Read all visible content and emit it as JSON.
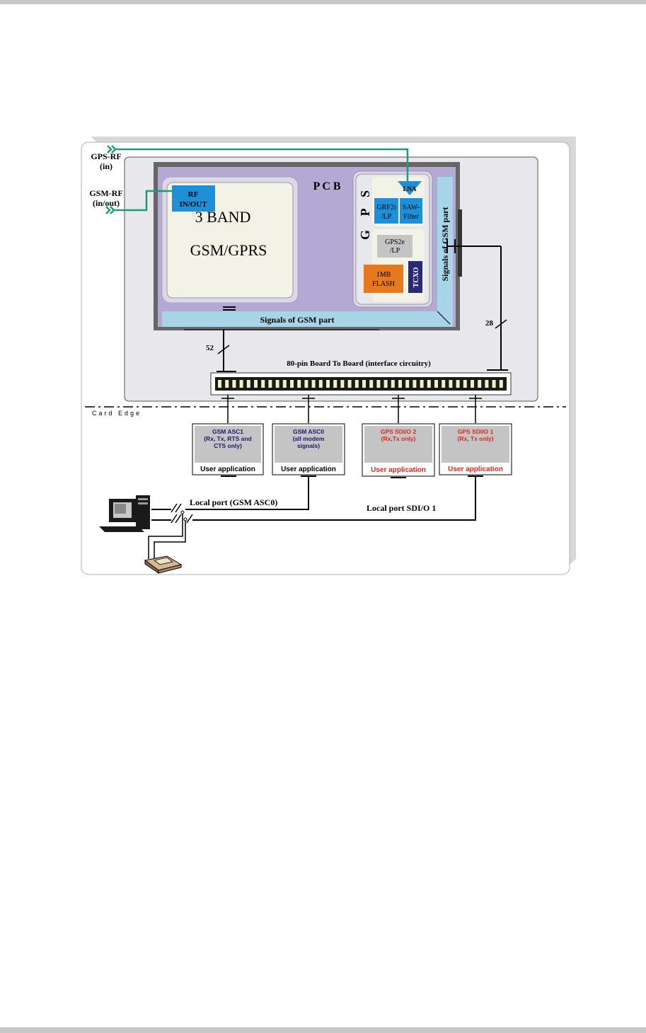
{
  "labels": {
    "gps_rf": [
      "GPS-RF",
      "(in)"
    ],
    "gsm_rf": [
      "GSM-RF",
      "(in/out)"
    ],
    "rf_inout": [
      "RF",
      "IN/OUT"
    ],
    "band": "3 BAND",
    "gsm_gprs": "GSM/GPRS",
    "pcb": "P  C  B",
    "gps_letters": [
      "S",
      "P",
      "G"
    ],
    "lna": "LNA",
    "grf2": [
      "GRF2i",
      "/LP"
    ],
    "saw": [
      "SAW-",
      "Filter"
    ],
    "gps2e": [
      "GPS2e",
      "/LP"
    ],
    "flash": [
      "1MB",
      "FLASH"
    ],
    "tcxo": "TCXO",
    "signals_bottom": "Signals of GSM part",
    "signals_right": "Signals of GSM part",
    "bus_52": "52",
    "bus_28": "28",
    "connector": "80-pin Board To Board (interface circuitry)",
    "card_edge": "Card Edge",
    "local_port_gsm": "Local port (GSM ASC0)",
    "local_port_sdio": "Local port  SDI/O 1"
  },
  "app_boxes": [
    {
      "title": [
        "GSM ASC1",
        "(Rx, Tx, RTS and",
        "CTS only)"
      ],
      "caption": "User application",
      "title_color": "#1a1a6e",
      "caption_color": "#000000"
    },
    {
      "title": [
        "GSM ASC0",
        "(all modem",
        "signals)"
      ],
      "caption": "User application",
      "title_color": "#1a1a6e",
      "caption_color": "#000000"
    },
    {
      "title": [
        "GPS SDI/O 2",
        "(Rx,Tx only)"
      ],
      "caption": "User application",
      "title_color": "#e0281e",
      "caption_color": "#e0281e"
    },
    {
      "title": [
        "GPS SDI/O 1",
        "(Rx, Tx only)"
      ],
      "caption": "User application",
      "title_color": "#e0281e",
      "caption_color": "#e0281e"
    }
  ],
  "colors": {
    "panel": "#e8e8ec",
    "pcb": "#b4a8d4",
    "module": "#f2f2e6",
    "cyan_block": "#1e90d8",
    "signals_bar": "#a8d4e8",
    "flash": "#e8781e",
    "tcxo": "#2a2a78",
    "gps_chip": "#c4c4c4",
    "rf_line": "#1e9a78",
    "red_text": "#e0281e",
    "navy_text": "#1a1a6e"
  },
  "icons": {
    "computer": "computer-icon",
    "phone": "telephone-icon"
  }
}
